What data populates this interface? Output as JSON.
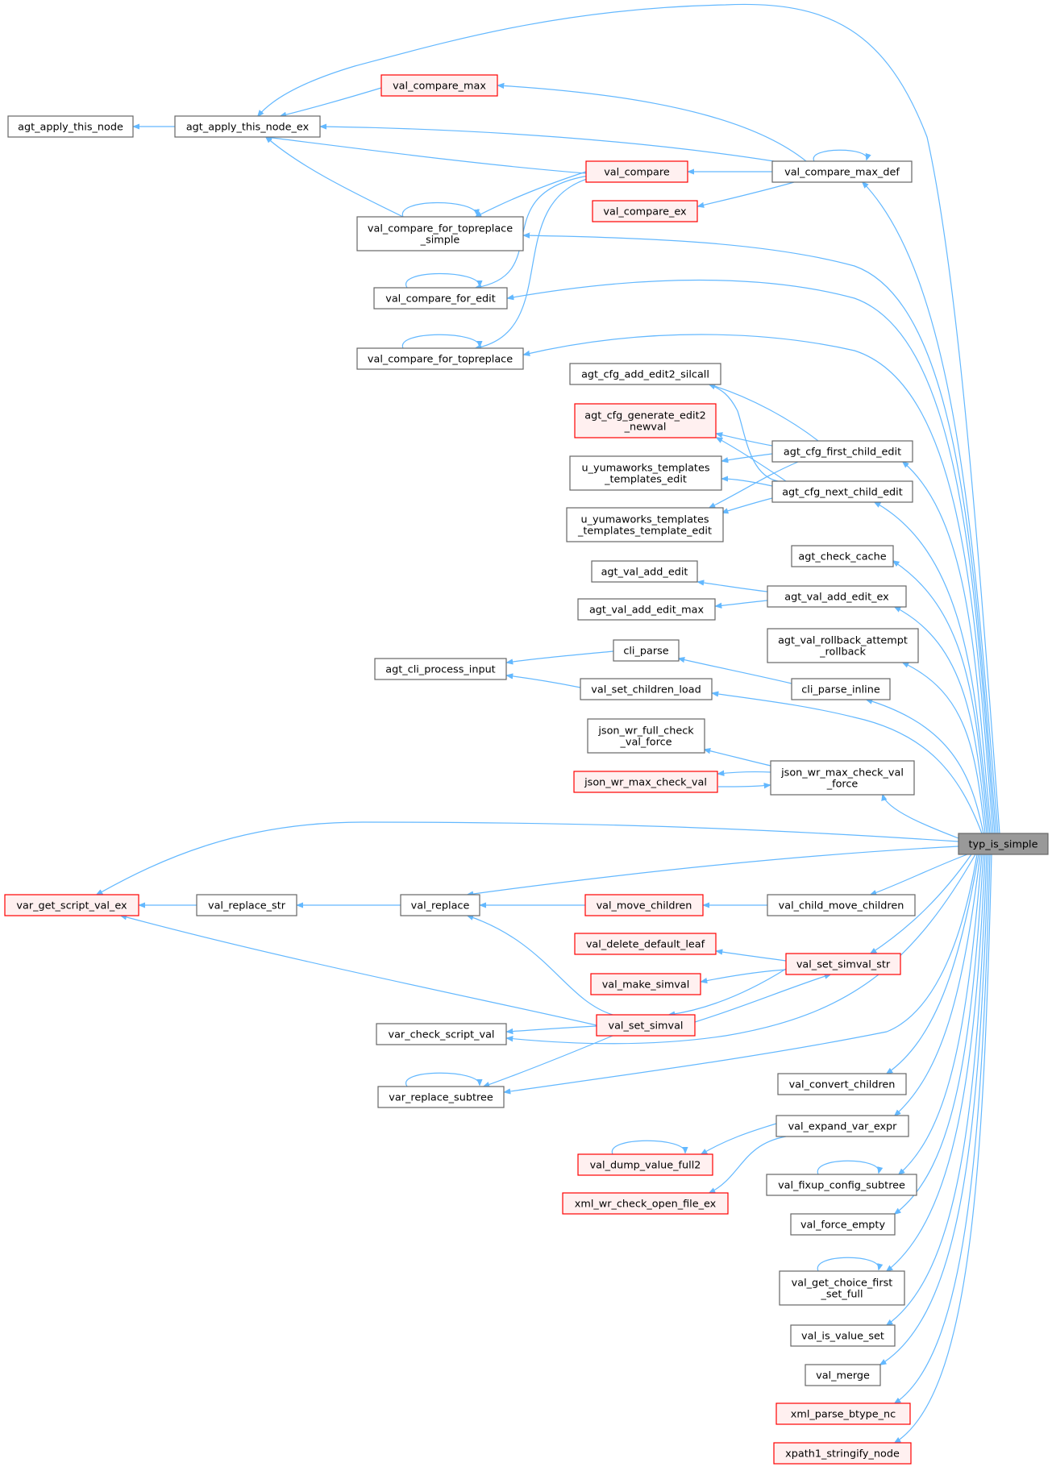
{
  "diagram": {
    "type": "call-graph",
    "colors": {
      "background": "#ffffff",
      "edge": "#63b8ff",
      "normal_border": "#666666",
      "normal_fill": "#ffffff",
      "highlight_border": "#ff0000",
      "highlight_fill": "#fff0f0",
      "root_border": "#666666",
      "root_fill": "#999999"
    },
    "nodes": [
      {
        "id": "typ_is_simple",
        "label": [
          "typ_is_simple"
        ],
        "style": "root"
      },
      {
        "id": "agt_apply_this_node",
        "label": [
          "agt_apply_this_node"
        ],
        "style": "normal"
      },
      {
        "id": "agt_apply_this_node_ex",
        "label": [
          "agt_apply_this_node_ex"
        ],
        "style": "normal"
      },
      {
        "id": "val_compare_max",
        "label": [
          "val_compare_max"
        ],
        "style": "highlight"
      },
      {
        "id": "val_compare",
        "label": [
          "val_compare"
        ],
        "style": "highlight"
      },
      {
        "id": "val_compare_max_def",
        "label": [
          "val_compare_max_def"
        ],
        "style": "normal"
      },
      {
        "id": "val_compare_ex",
        "label": [
          "val_compare_ex"
        ],
        "style": "highlight"
      },
      {
        "id": "val_compare_for_topreplace_simple",
        "label": [
          "val_compare_for_topreplace",
          "_simple"
        ],
        "style": "normal"
      },
      {
        "id": "val_compare_for_edit",
        "label": [
          "val_compare_for_edit"
        ],
        "style": "normal"
      },
      {
        "id": "val_compare_for_topreplace",
        "label": [
          "val_compare_for_topreplace"
        ],
        "style": "normal"
      },
      {
        "id": "agt_cfg_add_edit2_silcall",
        "label": [
          "agt_cfg_add_edit2_silcall"
        ],
        "style": "normal"
      },
      {
        "id": "agt_cfg_generate_edit2_newval",
        "label": [
          "agt_cfg_generate_edit2",
          "_newval"
        ],
        "style": "highlight"
      },
      {
        "id": "u_yumaworks_templates_templates_edit",
        "label": [
          "u_yumaworks_templates",
          "_templates_edit"
        ],
        "style": "normal"
      },
      {
        "id": "u_yumaworks_templates_templates_template_edit",
        "label": [
          "u_yumaworks_templates",
          "_templates_template_edit"
        ],
        "style": "normal"
      },
      {
        "id": "agt_cfg_first_child_edit",
        "label": [
          "agt_cfg_first_child_edit"
        ],
        "style": "normal"
      },
      {
        "id": "agt_cfg_next_child_edit",
        "label": [
          "agt_cfg_next_child_edit"
        ],
        "style": "normal"
      },
      {
        "id": "agt_check_cache",
        "label": [
          "agt_check_cache"
        ],
        "style": "normal"
      },
      {
        "id": "agt_val_add_edit",
        "label": [
          "agt_val_add_edit"
        ],
        "style": "normal"
      },
      {
        "id": "agt_val_add_edit_max",
        "label": [
          "agt_val_add_edit_max"
        ],
        "style": "normal"
      },
      {
        "id": "agt_val_add_edit_ex",
        "label": [
          "agt_val_add_edit_ex"
        ],
        "style": "normal"
      },
      {
        "id": "agt_val_rollback_attempt_rollback",
        "label": [
          "agt_val_rollback_attempt",
          "_rollback"
        ],
        "style": "normal"
      },
      {
        "id": "cli_parse",
        "label": [
          "cli_parse"
        ],
        "style": "normal"
      },
      {
        "id": "agt_cli_process_input",
        "label": [
          "agt_cli_process_input"
        ],
        "style": "normal"
      },
      {
        "id": "val_set_children_load",
        "label": [
          "val_set_children_load"
        ],
        "style": "normal"
      },
      {
        "id": "cli_parse_inline",
        "label": [
          "cli_parse_inline"
        ],
        "style": "normal"
      },
      {
        "id": "json_wr_full_check_val_force",
        "label": [
          "json_wr_full_check",
          "_val_force"
        ],
        "style": "normal"
      },
      {
        "id": "json_wr_max_check_val",
        "label": [
          "json_wr_max_check_val"
        ],
        "style": "highlight"
      },
      {
        "id": "json_wr_max_check_val_force",
        "label": [
          "json_wr_max_check_val",
          "_force"
        ],
        "style": "normal"
      },
      {
        "id": "var_get_script_val_ex",
        "label": [
          "var_get_script_val_ex"
        ],
        "style": "highlight"
      },
      {
        "id": "val_replace_str",
        "label": [
          "val_replace_str"
        ],
        "style": "normal"
      },
      {
        "id": "val_replace",
        "label": [
          "val_replace"
        ],
        "style": "normal"
      },
      {
        "id": "val_move_children",
        "label": [
          "val_move_children"
        ],
        "style": "highlight"
      },
      {
        "id": "val_child_move_children",
        "label": [
          "val_child_move_children"
        ],
        "style": "normal"
      },
      {
        "id": "val_delete_default_leaf",
        "label": [
          "val_delete_default_leaf"
        ],
        "style": "highlight"
      },
      {
        "id": "val_set_simval_str",
        "label": [
          "val_set_simval_str"
        ],
        "style": "highlight"
      },
      {
        "id": "val_make_simval",
        "label": [
          "val_make_simval"
        ],
        "style": "highlight"
      },
      {
        "id": "val_set_simval",
        "label": [
          "val_set_simval"
        ],
        "style": "highlight"
      },
      {
        "id": "var_check_script_val",
        "label": [
          "var_check_script_val"
        ],
        "style": "normal"
      },
      {
        "id": "var_replace_subtree",
        "label": [
          "var_replace_subtree"
        ],
        "style": "normal"
      },
      {
        "id": "val_convert_children",
        "label": [
          "val_convert_children"
        ],
        "style": "normal"
      },
      {
        "id": "val_expand_var_expr",
        "label": [
          "val_expand_var_expr"
        ],
        "style": "normal"
      },
      {
        "id": "val_dump_value_full2",
        "label": [
          "val_dump_value_full2"
        ],
        "style": "highlight"
      },
      {
        "id": "xml_wr_check_open_file_ex",
        "label": [
          "xml_wr_check_open_file_ex"
        ],
        "style": "highlight"
      },
      {
        "id": "val_fixup_config_subtree",
        "label": [
          "val_fixup_config_subtree"
        ],
        "style": "normal"
      },
      {
        "id": "val_force_empty",
        "label": [
          "val_force_empty"
        ],
        "style": "normal"
      },
      {
        "id": "val_get_choice_first_set_full",
        "label": [
          "val_get_choice_first",
          "_set_full"
        ],
        "style": "normal"
      },
      {
        "id": "val_is_value_set",
        "label": [
          "val_is_value_set"
        ],
        "style": "normal"
      },
      {
        "id": "val_merge",
        "label": [
          "val_merge"
        ],
        "style": "normal"
      },
      {
        "id": "xml_parse_btype_nc",
        "label": [
          "xml_parse_btype_nc"
        ],
        "style": "highlight"
      },
      {
        "id": "xpath1_stringify_node",
        "label": [
          "xpath1_stringify_node"
        ],
        "style": "highlight"
      }
    ],
    "edges": [
      {
        "from": "agt_apply_this_node_ex",
        "to": "agt_apply_this_node"
      },
      {
        "from": "val_compare_max",
        "to": "agt_apply_this_node_ex"
      },
      {
        "from": "val_compare",
        "to": "agt_apply_this_node_ex"
      },
      {
        "from": "val_compare_max_def",
        "to": "agt_apply_this_node_ex"
      },
      {
        "from": "val_compare_for_topreplace_simple",
        "to": "agt_apply_this_node_ex"
      },
      {
        "from": "typ_is_simple",
        "to": "agt_apply_this_node_ex"
      },
      {
        "from": "val_compare_max_def",
        "to": "val_compare_max"
      },
      {
        "from": "val_compare_max_def",
        "to": "val_compare"
      },
      {
        "from": "val_compare_max_def",
        "to": "val_compare_ex"
      },
      {
        "from": "val_compare_max_def",
        "to": "val_compare_max_def"
      },
      {
        "from": "val_compare",
        "to": "val_compare_for_topreplace_simple"
      },
      {
        "from": "val_compare",
        "to": "val_compare_for_edit"
      },
      {
        "from": "val_compare",
        "to": "val_compare_for_topreplace"
      },
      {
        "from": "val_compare_for_topreplace_simple",
        "to": "val_compare_for_topreplace_simple"
      },
      {
        "from": "val_compare_for_edit",
        "to": "val_compare_for_edit"
      },
      {
        "from": "val_compare_for_topreplace",
        "to": "val_compare_for_topreplace"
      },
      {
        "from": "typ_is_simple",
        "to": "val_compare_max_def"
      },
      {
        "from": "typ_is_simple",
        "to": "val_compare_for_topreplace_simple"
      },
      {
        "from": "typ_is_simple",
        "to": "val_compare_for_edit"
      },
      {
        "from": "typ_is_simple",
        "to": "val_compare_for_topreplace"
      },
      {
        "from": "agt_cfg_first_child_edit",
        "to": "agt_cfg_add_edit2_silcall"
      },
      {
        "from": "agt_cfg_first_child_edit",
        "to": "agt_cfg_generate_edit2_newval"
      },
      {
        "from": "agt_cfg_first_child_edit",
        "to": "u_yumaworks_templates_templates_edit"
      },
      {
        "from": "agt_cfg_first_child_edit",
        "to": "u_yumaworks_templates_templates_template_edit"
      },
      {
        "from": "agt_cfg_next_child_edit",
        "to": "agt_cfg_add_edit2_silcall"
      },
      {
        "from": "agt_cfg_next_child_edit",
        "to": "agt_cfg_generate_edit2_newval"
      },
      {
        "from": "agt_cfg_next_child_edit",
        "to": "u_yumaworks_templates_templates_edit"
      },
      {
        "from": "agt_cfg_next_child_edit",
        "to": "u_yumaworks_templates_templates_template_edit"
      },
      {
        "from": "typ_is_simple",
        "to": "agt_cfg_first_child_edit"
      },
      {
        "from": "typ_is_simple",
        "to": "agt_cfg_next_child_edit"
      },
      {
        "from": "typ_is_simple",
        "to": "agt_check_cache"
      },
      {
        "from": "agt_val_add_edit_ex",
        "to": "agt_val_add_edit"
      },
      {
        "from": "agt_val_add_edit_ex",
        "to": "agt_val_add_edit_max"
      },
      {
        "from": "typ_is_simple",
        "to": "agt_val_add_edit_ex"
      },
      {
        "from": "typ_is_simple",
        "to": "agt_val_rollback_attempt_rollback"
      },
      {
        "from": "cli_parse",
        "to": "agt_cli_process_input"
      },
      {
        "from": "val_set_children_load",
        "to": "agt_cli_process_input"
      },
      {
        "from": "cli_parse_inline",
        "to": "cli_parse"
      },
      {
        "from": "typ_is_simple",
        "to": "cli_parse_inline"
      },
      {
        "from": "typ_is_simple",
        "to": "val_set_children_load"
      },
      {
        "from": "json_wr_max_check_val_force",
        "to": "json_wr_full_check_val_force"
      },
      {
        "from": "json_wr_max_check_val_force",
        "to": "json_wr_max_check_val"
      },
      {
        "from": "json_wr_max_check_val",
        "to": "json_wr_max_check_val_force"
      },
      {
        "from": "typ_is_simple",
        "to": "json_wr_max_check_val_force"
      },
      {
        "from": "typ_is_simple",
        "to": "var_get_script_val_ex"
      },
      {
        "from": "val_replace_str",
        "to": "var_get_script_val_ex"
      },
      {
        "from": "val_replace",
        "to": "val_replace_str"
      },
      {
        "from": "typ_is_simple",
        "to": "val_replace"
      },
      {
        "from": "val_move_children",
        "to": "val_replace"
      },
      {
        "from": "val_child_move_children",
        "to": "val_move_children"
      },
      {
        "from": "typ_is_simple",
        "to": "val_child_move_children"
      },
      {
        "from": "val_set_simval",
        "to": "var_get_script_val_ex"
      },
      {
        "from": "val_set_simval",
        "to": "val_replace"
      },
      {
        "from": "val_set_simval_str",
        "to": "val_delete_default_leaf"
      },
      {
        "from": "val_set_simval_str",
        "to": "val_make_simval"
      },
      {
        "from": "val_set_simval_str",
        "to": "val_set_simval"
      },
      {
        "from": "val_set_simval",
        "to": "val_set_simval_str"
      },
      {
        "from": "typ_is_simple",
        "to": "val_set_simval_str"
      },
      {
        "from": "val_set_simval",
        "to": "var_check_script_val"
      },
      {
        "from": "val_set_simval",
        "to": "var_replace_subtree"
      },
      {
        "from": "typ_is_simple",
        "to": "var_check_script_val"
      },
      {
        "from": "typ_is_simple",
        "to": "var_replace_subtree"
      },
      {
        "from": "var_replace_subtree",
        "to": "var_replace_subtree"
      },
      {
        "from": "typ_is_simple",
        "to": "val_convert_children"
      },
      {
        "from": "val_expand_var_expr",
        "to": "val_dump_value_full2"
      },
      {
        "from": "val_expand_var_expr",
        "to": "xml_wr_check_open_file_ex"
      },
      {
        "from": "val_dump_value_full2",
        "to": "val_dump_value_full2"
      },
      {
        "from": "typ_is_simple",
        "to": "val_expand_var_expr"
      },
      {
        "from": "typ_is_simple",
        "to": "val_fixup_config_subtree"
      },
      {
        "from": "val_fixup_config_subtree",
        "to": "val_fixup_config_subtree"
      },
      {
        "from": "typ_is_simple",
        "to": "val_force_empty"
      },
      {
        "from": "typ_is_simple",
        "to": "val_get_choice_first_set_full"
      },
      {
        "from": "val_get_choice_first_set_full",
        "to": "val_get_choice_first_set_full"
      },
      {
        "from": "typ_is_simple",
        "to": "val_is_value_set"
      },
      {
        "from": "typ_is_simple",
        "to": "val_merge"
      },
      {
        "from": "typ_is_simple",
        "to": "xml_parse_btype_nc"
      },
      {
        "from": "typ_is_simple",
        "to": "xpath1_stringify_node"
      }
    ]
  }
}
